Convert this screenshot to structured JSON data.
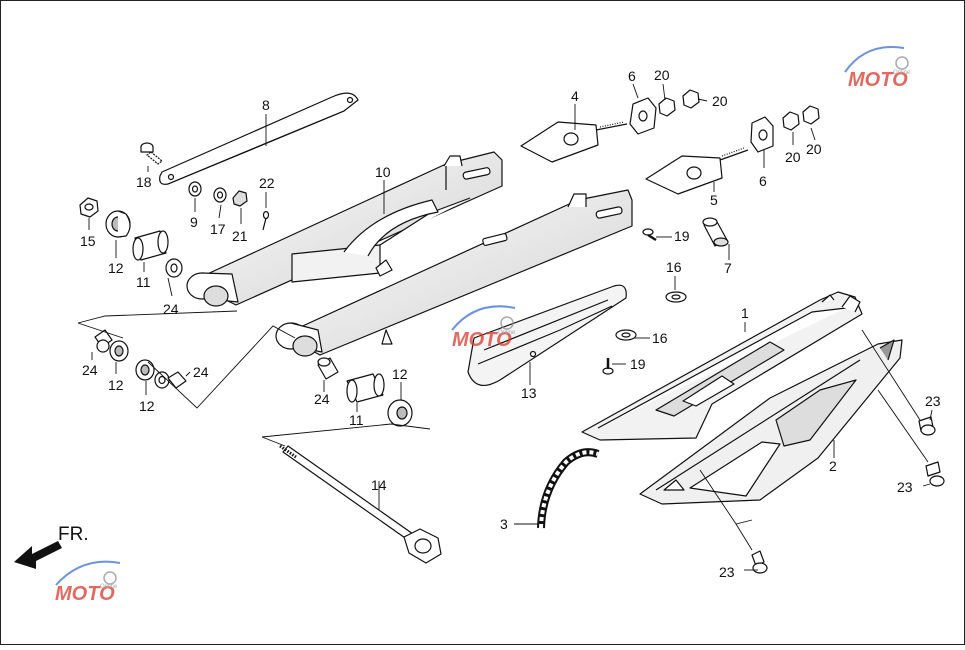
{
  "diagram": {
    "front_label": "FR.",
    "watermark_text": "MOTO",
    "watermark_sub": "Online",
    "part_labels": {
      "l1": "1",
      "l2": "2",
      "l3": "3",
      "l4": "4",
      "l5": "5",
      "l6a": "6",
      "l6b": "6",
      "l7": "7",
      "l8": "8",
      "l9": "9",
      "l10": "10",
      "l11a": "11",
      "l11b": "11",
      "l12a": "12",
      "l12b": "12",
      "l12c": "12",
      "l12d": "12",
      "l13": "13",
      "l14": "14",
      "l15": "15",
      "l16a": "16",
      "l16b": "16",
      "l17": "17",
      "l18": "18",
      "l19a": "19",
      "l19b": "19",
      "l20a": "20",
      "l20b": "20",
      "l20c": "20",
      "l20d": "20",
      "l21": "21",
      "l22": "22",
      "l23a": "23",
      "l23b": "23",
      "l23c": "23",
      "l24a": "24",
      "l24b": "24",
      "l24c": "24",
      "l24d": "24"
    }
  },
  "colors": {
    "line": "#111111",
    "part_fill": "#ffffff",
    "shade": "#bdbdbd",
    "shade_dark": "#6e6e6e",
    "watermark_red": "#d9372b",
    "watermark_blue": "#3a6fd8",
    "watermark_gray": "#8e8e8e"
  }
}
